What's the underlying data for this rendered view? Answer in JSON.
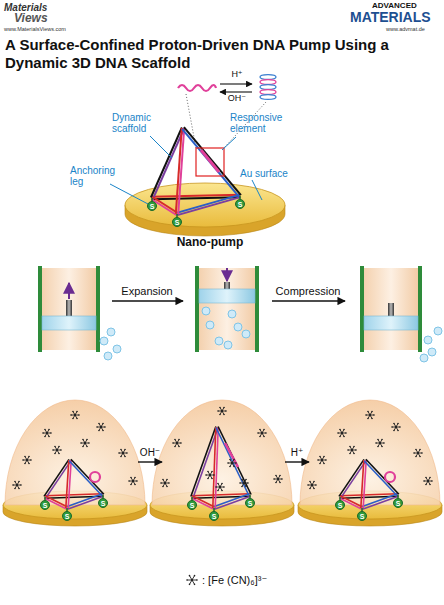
{
  "diagram": {
    "title": "A Surface-Confined Proton-Driven DNA Pump Using a Dynamic 3D DNA Scaffold",
    "nodes": [
      {
        "text": [
          "S"
        ]
      },
      {
        "text": [
          "S"
        ]
      },
      {
        "text": [
          "S"
        ]
      },
      {
        "text": [
          "S"
        ]
      },
      {
        "text": [
          "S"
        ]
      },
      {
        "text": [
          "S"
        ]
      },
      {
        "text": [
          "S"
        ]
      },
      {
        "text": [
          "S"
        ]
      },
      {
        "text": [
          "S"
        ]
      },
      {
        "text": [
          "S"
        ]
      },
      {
        "text": [
          "S"
        ]
      },
      {
        "text": [
          "S"
        ]
      }
    ],
    "labels": [
      "Materials",
      "Views",
      "www.MaterialsViews.com",
      "ADVANCED",
      "MATERIALS",
      "www.advmat.de",
      "H⁺",
      "OH⁻",
      "Dynamic scaffold",
      "Responsive element",
      "Anchoring leg",
      "Au surface",
      "Nano-pump",
      "Expansion",
      "Compression",
      "OH⁻",
      "H⁺"
    ],
    "legend": [
      {
        "text": ": [Fe (CN)₆]³⁻"
      }
    ]
  }
}
